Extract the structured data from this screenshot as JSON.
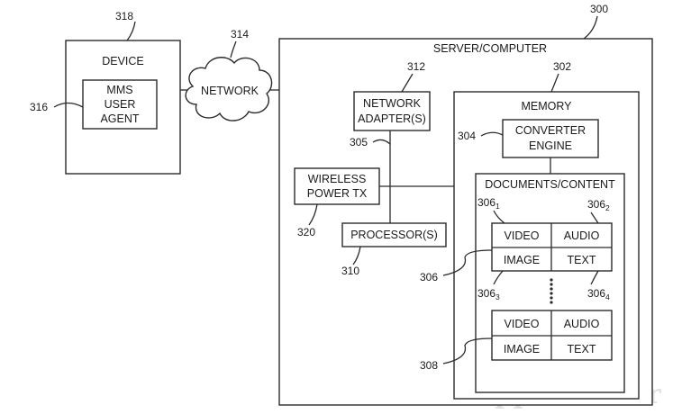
{
  "device": {
    "label": "DEVICE",
    "ref": "318"
  },
  "agent": {
    "lines": [
      "MMS",
      "USER",
      "AGENT"
    ],
    "ref": "316"
  },
  "network": {
    "label": "NETWORK",
    "ref": "314"
  },
  "server": {
    "label": "SERVER/COMPUTER",
    "ref": "300"
  },
  "adapter": {
    "lines": [
      "NETWORK",
      "ADAPTER(S)"
    ],
    "ref": "312"
  },
  "bus_ref": "305",
  "memory": {
    "label": "MEMORY",
    "ref": "302"
  },
  "converter": {
    "lines": [
      "CONVERTER",
      "ENGINE"
    ],
    "ref": "304"
  },
  "wireless": {
    "lines": [
      "WIRELESS",
      "POWER TX"
    ],
    "ref": "320"
  },
  "processor": {
    "label": "PROCESSOR(S)",
    "ref": "310"
  },
  "documents": {
    "label": "DOCUMENTS/CONTENT"
  },
  "content_cells": {
    "video": "VIDEO",
    "audio": "AUDIO",
    "image": "IMAGE",
    "text": "TEXT"
  },
  "refs_306": {
    "base": "306",
    "s1": "1",
    "s2": "2",
    "s3": "3",
    "s4": "4"
  },
  "ref_306": "306",
  "ref_308": "308",
  "watermark": "appleinsider"
}
